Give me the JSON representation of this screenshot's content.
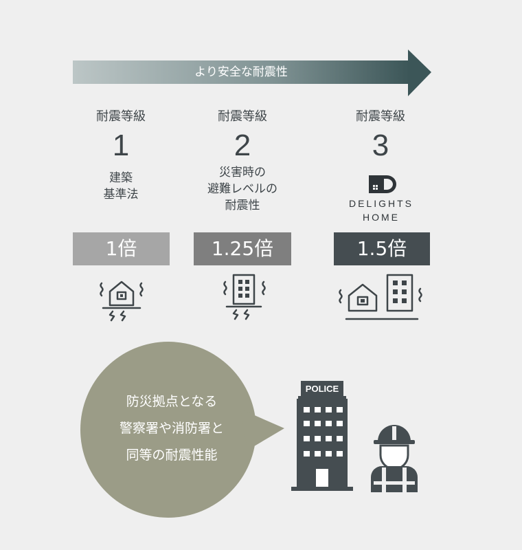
{
  "banner": {
    "text": "より安全な耐震性"
  },
  "grades": [
    {
      "label": "耐震等級",
      "number": "1",
      "desc": [
        "建築",
        "基準法"
      ],
      "multiplier": "1倍",
      "color": "#a6a6a6"
    },
    {
      "label": "耐震等級",
      "number": "2",
      "desc": [
        "災害時の",
        "避難レベルの",
        "耐震性"
      ],
      "multiplier": "1.25倍",
      "color": "#7f7f7f"
    },
    {
      "label": "耐震等級",
      "number": "3",
      "brand": [
        "DELIGHTS",
        "HOME"
      ],
      "multiplier": "1.5倍",
      "color": "#454d51"
    }
  ],
  "bubble": {
    "lines": [
      "防災拠点となる",
      "警察署や消防署と",
      "同等の耐震性能"
    ],
    "color": "#9b9c87"
  },
  "building": {
    "sign": "POLICE"
  },
  "icons": [
    "house-quake-icon",
    "building-quake-icon",
    "house-building-stable-icon",
    "police-building-icon",
    "firefighter-icon"
  ]
}
